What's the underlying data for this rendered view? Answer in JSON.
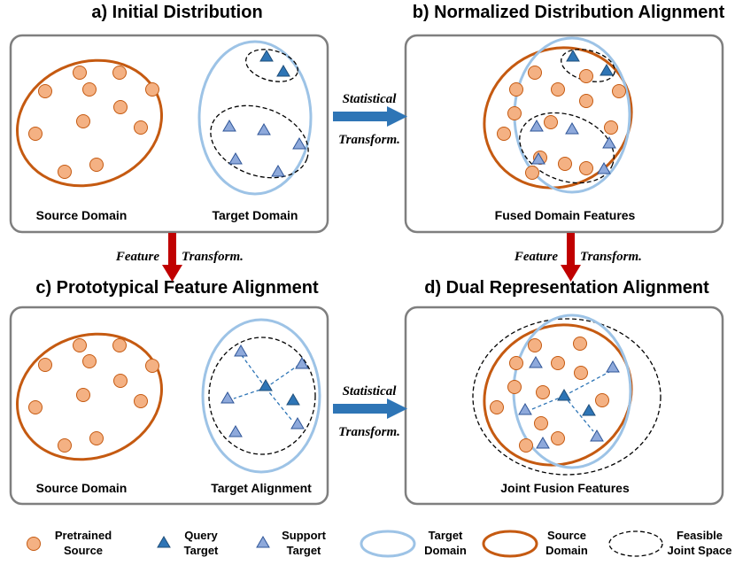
{
  "colors": {
    "pretrained_source": "#F4B183",
    "pretrained_source_stroke": "#C55A11",
    "query_target": "#2E75B6",
    "query_target_stroke": "#1F4E79",
    "support_target": "#8EA9DB",
    "support_target_stroke": "#2F5597",
    "target_domain": "#9DC3E6",
    "source_domain": "#C55A11",
    "horizontal_arrow": "#2E75B6",
    "vertical_arrow": "#C00000",
    "panel_border": "#7F7F7F"
  },
  "panels": {
    "a": {
      "title": "a) Initial Distribution",
      "left_caption": "Source Domain",
      "right_caption": "Target Domain"
    },
    "b": {
      "title": "b) Normalized Distribution Alignment",
      "caption": "Fused Domain Features"
    },
    "c": {
      "title": "c) Prototypical Feature Alignment",
      "left_caption": "Source Domain",
      "right_caption": "Target Alignment"
    },
    "d": {
      "title": "d) Dual Representation Alignment",
      "caption": "Joint Fusion Features"
    }
  },
  "arrows": {
    "top_horizontal": {
      "line1": "Statistical",
      "line2": "Transform."
    },
    "bottom_horizontal": {
      "line1": "Statistical",
      "line2": "Transform."
    },
    "left_vertical": {
      "left": "Feature",
      "right": "Transform."
    },
    "right_vertical": {
      "left": "Feature",
      "right": "Transform."
    }
  },
  "legend": [
    {
      "icon": "pretrained-source-icon",
      "line1": "Pretrained",
      "line2": "Source"
    },
    {
      "icon": "query-target-icon",
      "line1": "Query",
      "line2": "Target"
    },
    {
      "icon": "support-target-icon",
      "line1": "Support",
      "line2": "Target"
    },
    {
      "icon": "target-domain-icon",
      "line1": "Target",
      "line2": "Domain"
    },
    {
      "icon": "source-domain-icon",
      "line1": "Source",
      "line2": "Domain"
    },
    {
      "icon": "feasible-joint-space-icon",
      "line1": "Feasible",
      "line2": "Joint Space"
    }
  ]
}
